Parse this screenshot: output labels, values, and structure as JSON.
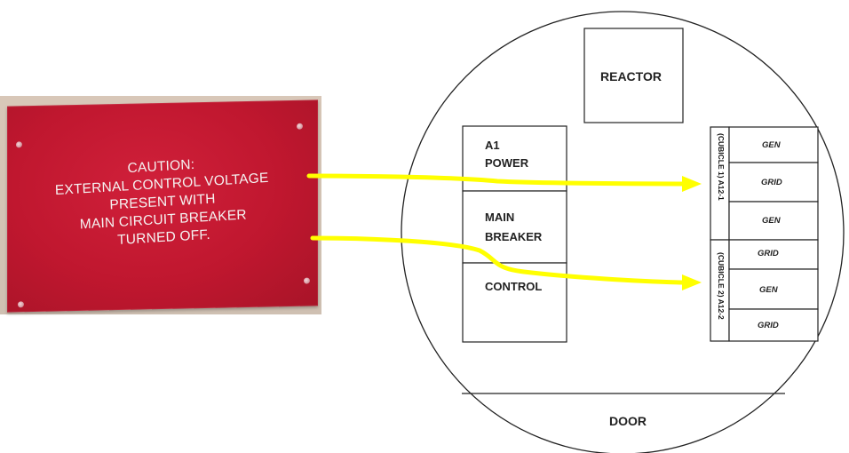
{
  "caution_plate": {
    "lines": [
      "CAUTION:",
      "EXTERNAL CONTROL VOLTAGE",
      "PRESENT WITH",
      "MAIN CIRCUIT BREAKER",
      "TURNED OFF."
    ]
  },
  "diagram": {
    "reactor_label": "REACTOR",
    "a1_power_label_line1": "A1",
    "a1_power_label_line2": "POWER",
    "main_breaker_label_line1": "MAIN",
    "main_breaker_label_line2": "BREAKER",
    "control_label": "CONTROL",
    "door_label": "DOOR",
    "cubicle1_label": "(CUBICLE 1) A12-1",
    "cubicle2_label": "(CUBICLE 2) A12-2",
    "cubicle1_cells": [
      "GEN",
      "GRID",
      "GEN"
    ],
    "cubicle2_cells": [
      "GRID",
      "GEN",
      "GRID"
    ]
  },
  "colors": {
    "arrow": "#ffff00",
    "plate_red": "#c0172f",
    "plate_text": "#f5f3f2",
    "lines": "#222222"
  }
}
